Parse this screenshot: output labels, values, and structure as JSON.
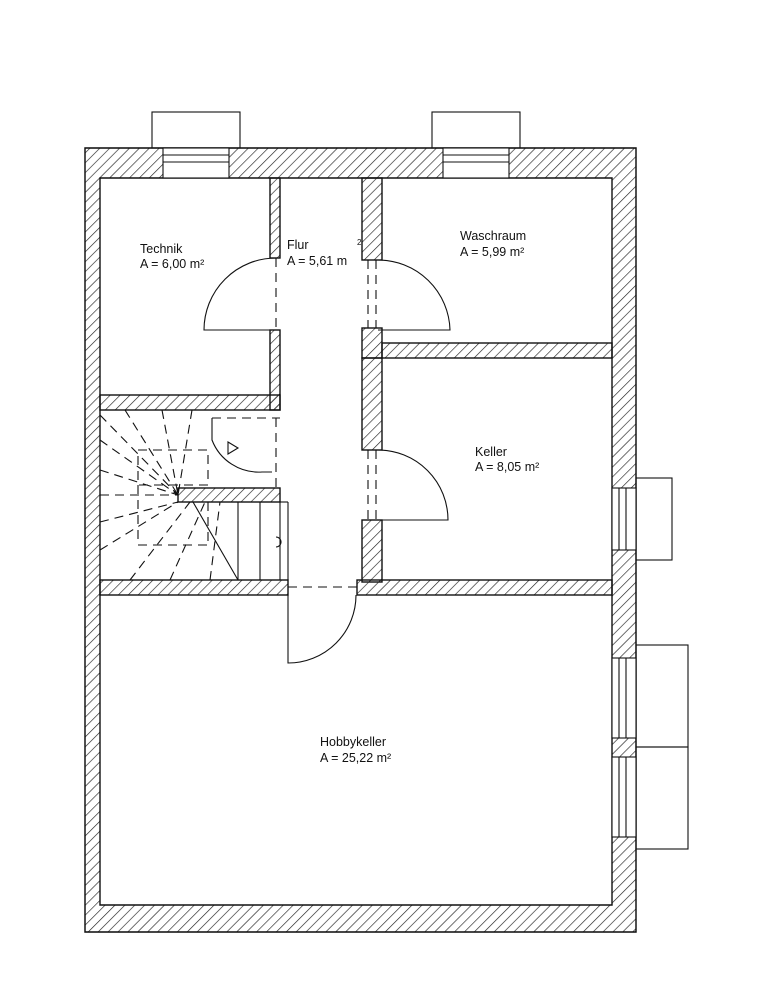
{
  "rooms": [
    {
      "name": "Technik",
      "area": "A = 6,00 m²"
    },
    {
      "name": "Flur",
      "area": "A = 5,61 m",
      "area_sup": "2"
    },
    {
      "name": "Waschraum",
      "area": "A = 5,99 m²"
    },
    {
      "name": "Keller",
      "area": "A = 8,05 m²"
    },
    {
      "name": "Hobbykeller",
      "area": "A = 25,22 m²"
    }
  ],
  "colors": {
    "line": "#111111",
    "background": "#ffffff"
  }
}
